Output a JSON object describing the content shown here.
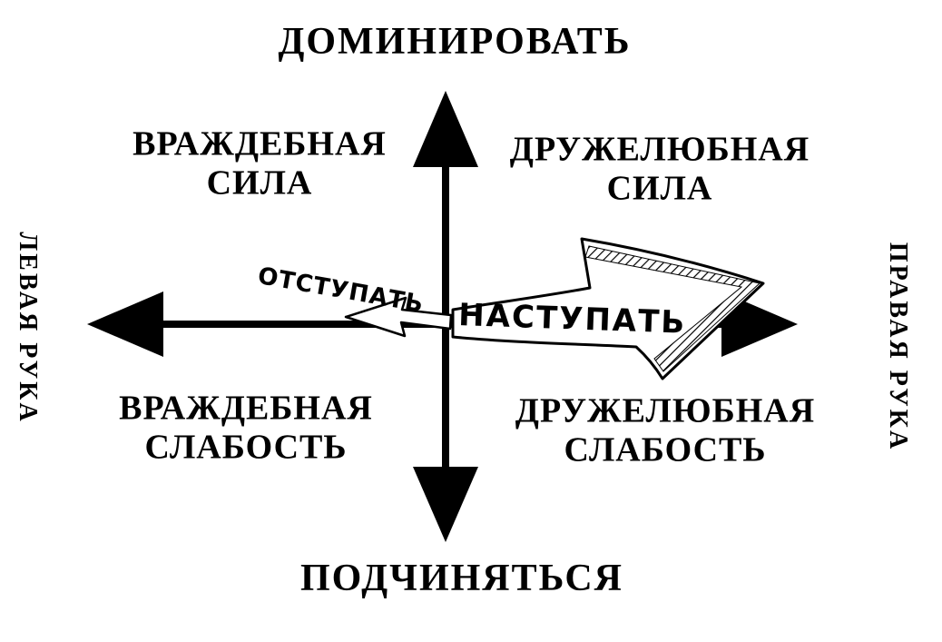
{
  "diagram": {
    "axes": {
      "top": "ДОМИНИРОВАТЬ",
      "bottom": "ПОДЧИНЯТЬСЯ",
      "left": "ЛЕВАЯ РУКА",
      "right": "ПРАВАЯ РУКА"
    },
    "quadrants": {
      "top_left": "ВРАЖДЕБНАЯ СИЛА",
      "top_right": "ДРУЖЕЛЮБНАЯ СИЛА",
      "bottom_left": "ВРАЖДЕБНАЯ СЛАБОСТЬ",
      "bottom_right": "ДРУЖЕЛЮБНАЯ СЛАБОСТЬ"
    },
    "hand_arrows": {
      "retreat": "ОТСТУПАТЬ",
      "advance": "НАСТУПАТЬ"
    },
    "colors": {
      "ink": "#000000",
      "background": "#ffffff"
    }
  }
}
